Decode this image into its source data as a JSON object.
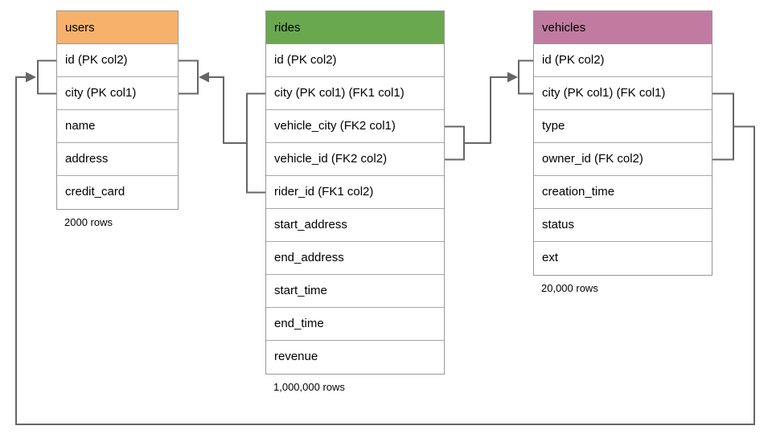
{
  "diagram": {
    "title": "database schema diagram",
    "colors": {
      "users_header": "#F6B26B",
      "rides_header": "#6AA84F",
      "vehicles_header": "#C27BA0",
      "connector_line": "#666666",
      "table_border": "#979797",
      "background": "#ffffff"
    },
    "tables": [
      {
        "name": "users",
        "rows": [
          "id (PK col2)",
          "city (PK col1)",
          "name",
          "address",
          "credit_card"
        ],
        "row_count": "2000 rows"
      },
      {
        "name": "rides",
        "rows": [
          "id (PK col2)",
          "city (PK col1) (FK1 col1)",
          "vehicle_city (FK2 col1)",
          "vehicle_id (FK2 col2)",
          "rider_id (FK1 col2)",
          "start_address",
          "end_address",
          "start_time",
          "end_time",
          "revenue"
        ],
        "row_count": "1,000,000 rows"
      },
      {
        "name": "vehicles",
        "rows": [
          "id (PK col2)",
          "city (PK col1) (FK col1)",
          "type",
          "owner_id (FK col2)",
          "creation_time",
          "status",
          "ext"
        ],
        "row_count": "20,000 rows"
      }
    ],
    "relationships": [
      {
        "from": "rides (city FK1 col1, rider_id FK1 col2)",
        "to": "users (id PK col2, city PK col1)"
      },
      {
        "from": "rides (vehicle_city FK2 col1, vehicle_id FK2 col2)",
        "to": "vehicles (id PK col2, city PK col1)"
      },
      {
        "from": "vehicles (city FK col1, owner_id FK col2)",
        "to": "users (id PK col2, city PK col1)"
      }
    ]
  }
}
